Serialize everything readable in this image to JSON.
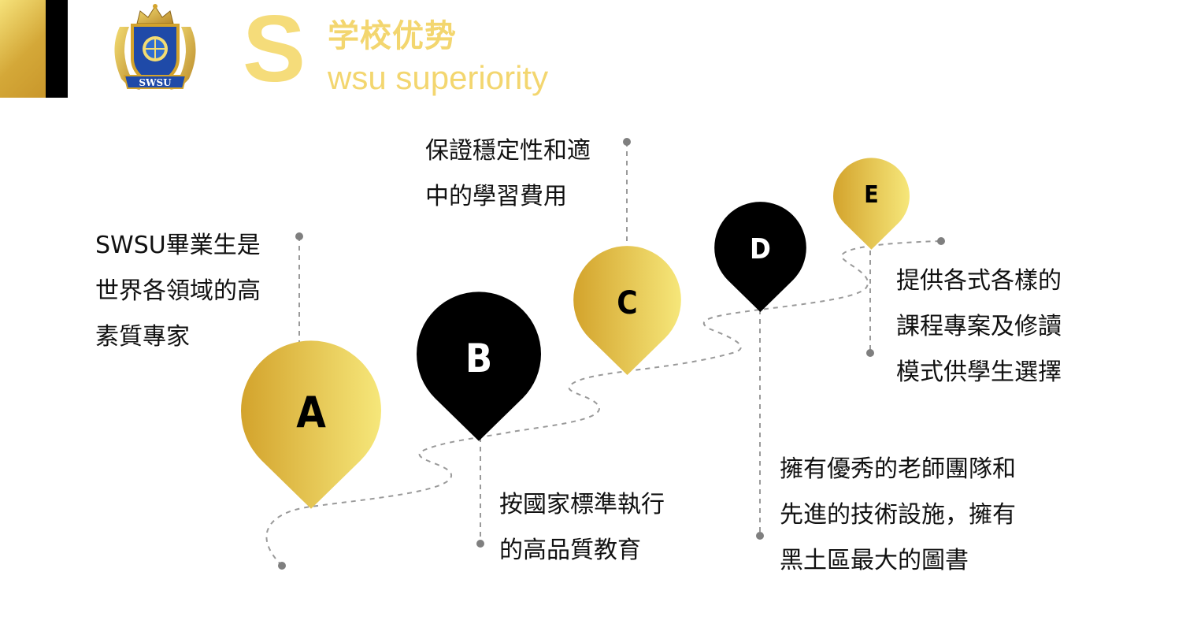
{
  "header": {
    "logo_label": "SWSU",
    "big_letter": "S",
    "title_cn": "学校优势",
    "title_en": "wsu superiority"
  },
  "points": [
    {
      "letter": "A",
      "lines": [
        "SWSU畢業生是",
        "世界各領域的高",
        "素質專家"
      ]
    },
    {
      "letter": "B",
      "lines": [
        "按國家標準執行",
        "的高品質教育"
      ]
    },
    {
      "letter": "C",
      "lines": [
        "保證穩定性和適",
        "中的學習費用"
      ]
    },
    {
      "letter": "D",
      "lines": [
        "擁有優秀的老師團隊和",
        "先進的技術設施，擁有",
        "黑土區最大的圖書"
      ]
    },
    {
      "letter": "E",
      "lines": [
        "提供各式各樣的",
        "課程專案及修讀",
        "模式供學生選擇"
      ]
    }
  ],
  "colors": {
    "gold_light": "#f6e77a",
    "gold_dark": "#d3a32c",
    "black": "#000000",
    "path_gray": "#9a9a9a",
    "dot_gray": "#7f7f7f"
  }
}
